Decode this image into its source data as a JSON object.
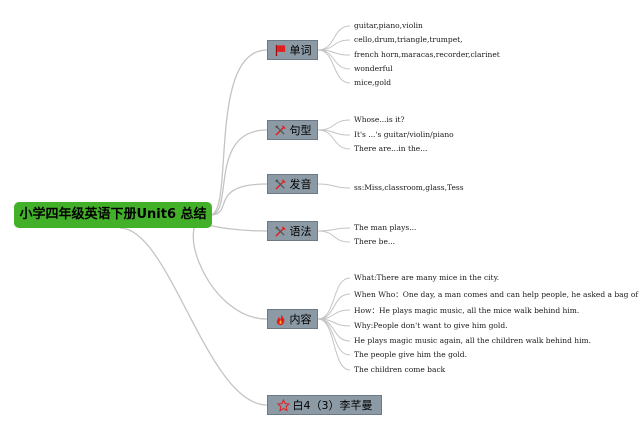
{
  "root": {
    "label": "小学四年级英语下册Unit6 总结"
  },
  "branches": [
    {
      "label": "单词",
      "icon": "red-flag-icon",
      "items": [
        "guitar,piano,violin",
        "cello,drum,triangle,trumpet,",
        "french horn,maracas,recorder,clarinet",
        "wonderful",
        "mice,gold"
      ]
    },
    {
      "label": "句型",
      "icon": "crossed-tools-icon",
      "items": [
        "Whose...is it?",
        "It's ...'s guitar/violin/piano",
        "There are...in the..."
      ]
    },
    {
      "label": "发音",
      "icon": "crossed-tools-icon",
      "items": [
        "ss:Miss,classroom,glass,Tess"
      ]
    },
    {
      "label": "语法",
      "icon": "crossed-tools-icon",
      "items": [
        "The man plays...",
        "There be..."
      ]
    },
    {
      "label": "内容",
      "icon": "fire-icon",
      "items": [
        "What:There are many mice in the city.",
        "When Who：One day, a man comes and can help people, he asked a bag of gold.",
        "How：He plays magic music, all the mice walk behind him.",
        "Why:People don't want to give him gold.",
        "He plays magic music again, all the children walk behind him.",
        "The people give him the gold.",
        "The children come back"
      ]
    },
    {
      "label": "白4（3）李芊曼",
      "icon": "star-outline-icon",
      "items": []
    }
  ],
  "colors": {
    "root_bg": "#43b02a",
    "branch_bg": "#8c9aa6",
    "connector": "#c4c4c4",
    "icon_red": "#e02020"
  }
}
